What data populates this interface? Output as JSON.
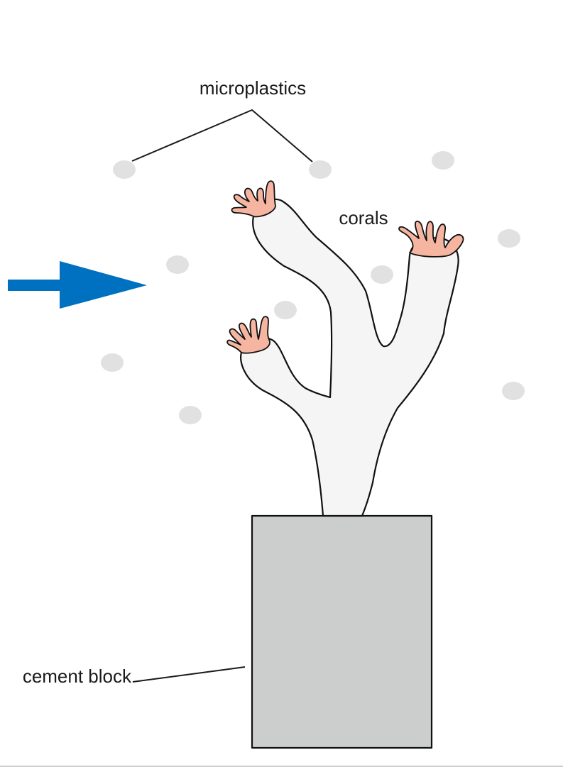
{
  "labels": {
    "microplastics": "microplastics",
    "corals": "corals",
    "cement_block": "cement block"
  },
  "icons": {
    "flow_arrow": "arrow-right-icon",
    "particle": "microplastic-particle-icon",
    "polyp": "coral-polyp-icon"
  },
  "colors": {
    "flow_arrow": "#0070c0",
    "particles": "#e1e1e1",
    "coral_body": "#f4f5f4",
    "polyps": "#f5b5a0",
    "cement_block": "#cccecd",
    "outline": "#111111",
    "background": "#ffffff"
  }
}
